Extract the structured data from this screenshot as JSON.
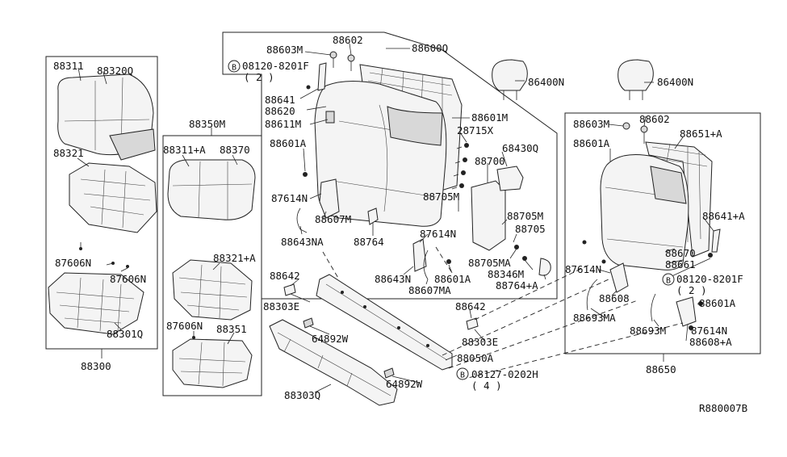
{
  "labels": {
    "p88311": "88311",
    "p88320Q": "88320Q",
    "p88321": "88321",
    "p87606N_a": "87606N",
    "p87606N_b": "87606N",
    "p88301Q": "88301Q",
    "p88300": "88300",
    "p88350M": "88350M",
    "p88311A": "88311+A",
    "p88370": "88370",
    "p88321A": "88321+A",
    "p87606N_c": "87606N",
    "p88351": "88351",
    "p88603M_a": "88603M",
    "p88602_a": "88602",
    "p88600Q": "88600Q",
    "p08120_a": "08120-8201F",
    "q2_a": "( 2 )",
    "p88641": "88641",
    "p88620": "88620",
    "p88611M": "88611M",
    "p88601A_a": "88601A",
    "p87614N_a": "87614N",
    "p88607M": "88607M",
    "p88643NA": "88643NA",
    "p88764": "88764",
    "p88601M": "88601M",
    "p28715X": "28715X",
    "p68430Q": "68430Q",
    "p88700": "88700",
    "p88705M_a": "88705M",
    "p88705M_b": "88705M",
    "p88705": "88705",
    "p87614N_b": "87614N",
    "p88705MA": "88705MA",
    "p88346M": "88346M",
    "p88764A": "88764+A",
    "p88643N": "88643N",
    "p88601A_b": "88601A",
    "p88607MA": "88607MA",
    "p86400N_a": "86400N",
    "p86400N_b": "86400N",
    "p88642_a": "88642",
    "p88303E_a": "88303E",
    "p64892W_a": "64892W",
    "p88642_b": "88642",
    "p88303E_b": "88303E",
    "p88050A": "88050A",
    "p08127": "08127-0202H",
    "q4": "( 4 )",
    "p64892W_b": "64892W",
    "p88303Q": "88303Q",
    "p88603M_b": "88603M",
    "p88602_b": "88602",
    "p88651A": "88651+A",
    "p88601A_c": "88601A",
    "p88641A": "88641+A",
    "p88670": "88670",
    "p88661": "88661",
    "p87614N_c": "87614N",
    "p08120_b": "08120-8201F",
    "q2_b": "( 2 )",
    "p88608": "88608",
    "p88693MA": "88693MA",
    "p88693M": "88693M",
    "p88601A_d": "88601A",
    "p87614N_d": "87614N",
    "p88608A": "88608+A",
    "p88650": "88650",
    "ref": "R880007B"
  },
  "bolt_symbol": "B"
}
